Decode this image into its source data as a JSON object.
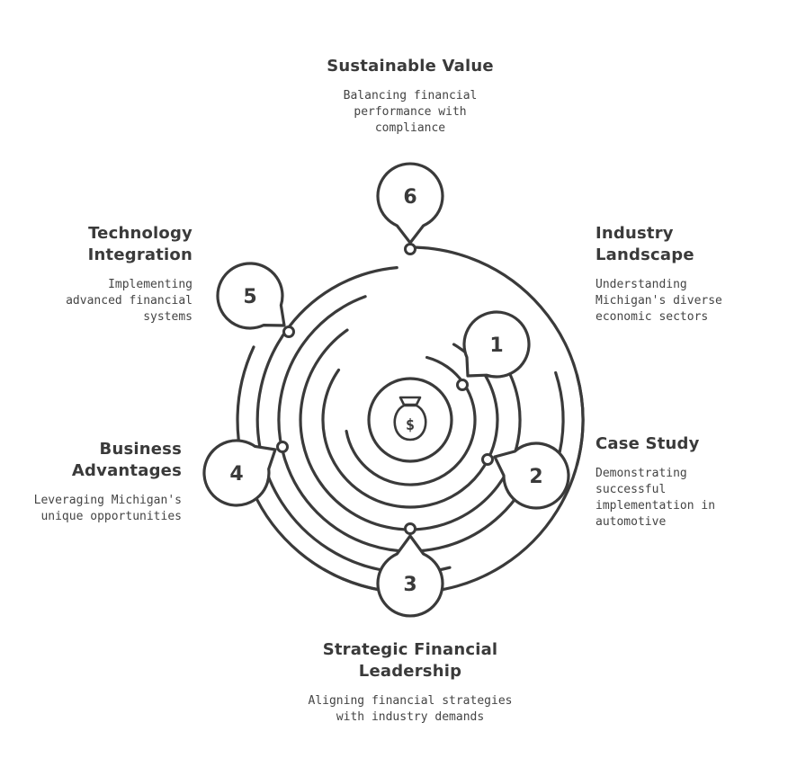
{
  "diagram": {
    "center_icon": "money-bag-icon",
    "center_symbol": "$",
    "stroke_color": "#3a3a3a",
    "steps": [
      {
        "number": "1",
        "title": "Industry Landscape",
        "title_lines": [
          "Industry",
          "Landscape"
        ],
        "description_lines": [
          "Understanding",
          "Michigan's diverse",
          "economic sectors"
        ]
      },
      {
        "number": "2",
        "title": "Case Study",
        "title_lines": [
          "Case Study"
        ],
        "description_lines": [
          "Demonstrating",
          "successful",
          "implementation in",
          "automotive"
        ]
      },
      {
        "number": "3",
        "title": "Strategic Financial Leadership",
        "title_lines": [
          "Strategic Financial",
          "Leadership"
        ],
        "description_lines": [
          "Aligning financial strategies",
          "with industry demands"
        ]
      },
      {
        "number": "4",
        "title": "Business Advantages",
        "title_lines": [
          "Business",
          "Advantages"
        ],
        "description_lines": [
          "Leveraging Michigan's",
          "unique opportunities"
        ]
      },
      {
        "number": "5",
        "title": "Technology Integration",
        "title_lines": [
          "Technology",
          "Integration"
        ],
        "description_lines": [
          "Implementing",
          "advanced financial",
          "systems"
        ]
      },
      {
        "number": "6",
        "title": "Sustainable Value",
        "title_lines": [
          "Sustainable Value"
        ],
        "description_lines": [
          "Balancing financial",
          "performance with",
          "compliance"
        ]
      }
    ]
  }
}
